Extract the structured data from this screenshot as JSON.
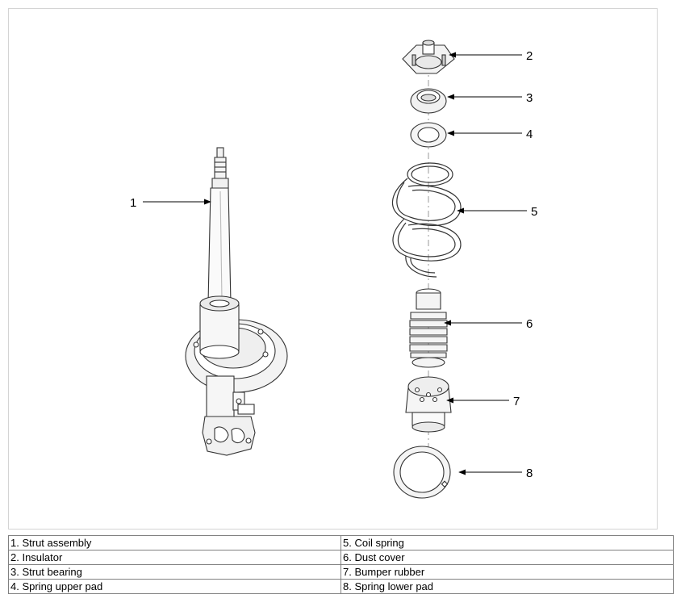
{
  "diagram": {
    "callouts": [
      "1",
      "2",
      "3",
      "4",
      "5",
      "6",
      "7",
      "8"
    ]
  },
  "legend": {
    "rows": [
      [
        "1. Strut assembly",
        "5. Coil spring"
      ],
      [
        "2. Insulator",
        "6. Dust cover"
      ],
      [
        "3. Strut bearing",
        "7. Bumper rubber"
      ],
      [
        "4. Spring upper pad",
        "8. Spring lower pad"
      ]
    ]
  }
}
